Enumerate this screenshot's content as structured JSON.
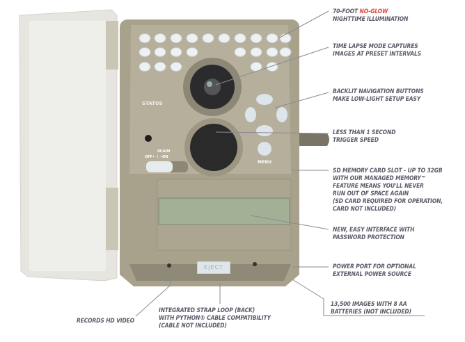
{
  "device": {
    "status_label": "STATUS",
    "switch_label": "IR/AIM",
    "switch_positions": "OFF• ↑ •ON",
    "menu_label": "MENU",
    "eject_label": "EJECT"
  },
  "callouts": {
    "illumination": {
      "line1_prefix": "70-FOOT ",
      "line1_highlight": "NO-GLOW",
      "line2": "NIGHTTIME ILLUMINATION",
      "highlight_color": "#e0483a"
    },
    "time_lapse": [
      "TIME LAPSE MODE CAPTURES",
      "IMAGES AT PRESET INTERVALS"
    ],
    "nav_buttons": [
      "BACKLIT NAVIGATION BUTTONS",
      "MAKE LOW-LIGHT SETUP EASY"
    ],
    "trigger": [
      "LESS THAN 1 SECOND",
      "TRIGGER SPEED"
    ],
    "sd_card": [
      "SD MEMORY CARD SLOT - UP TO 32GB",
      "WITH OUR MANAGED MEMORY™",
      "FEATURE MEANS YOU'LL NEVER",
      "RUN OUT OF SPACE AGAIN",
      "(SD CARD REQUIRED FOR OPERATION,",
      "CARD NOT INCLUDED)"
    ],
    "interface": [
      "NEW, EASY INTERFACE WITH",
      "PASSWORD PROTECTION"
    ],
    "power": [
      "POWER PORT FOR OPTIONAL",
      "EXTERNAL POWER SOURCE"
    ],
    "batteries": [
      "13,500 IMAGES WITH 8 AA",
      "BATTERIES (NOT INCLUDED)"
    ],
    "hd_video": [
      "RECORDS HD VIDEO"
    ],
    "strap": [
      "INTEGRATED STRAP LOOP (BACK)",
      "WITH PYTHON® CABLE COMPATIBILITY",
      "(CABLE NOT INCLUDED)"
    ]
  }
}
